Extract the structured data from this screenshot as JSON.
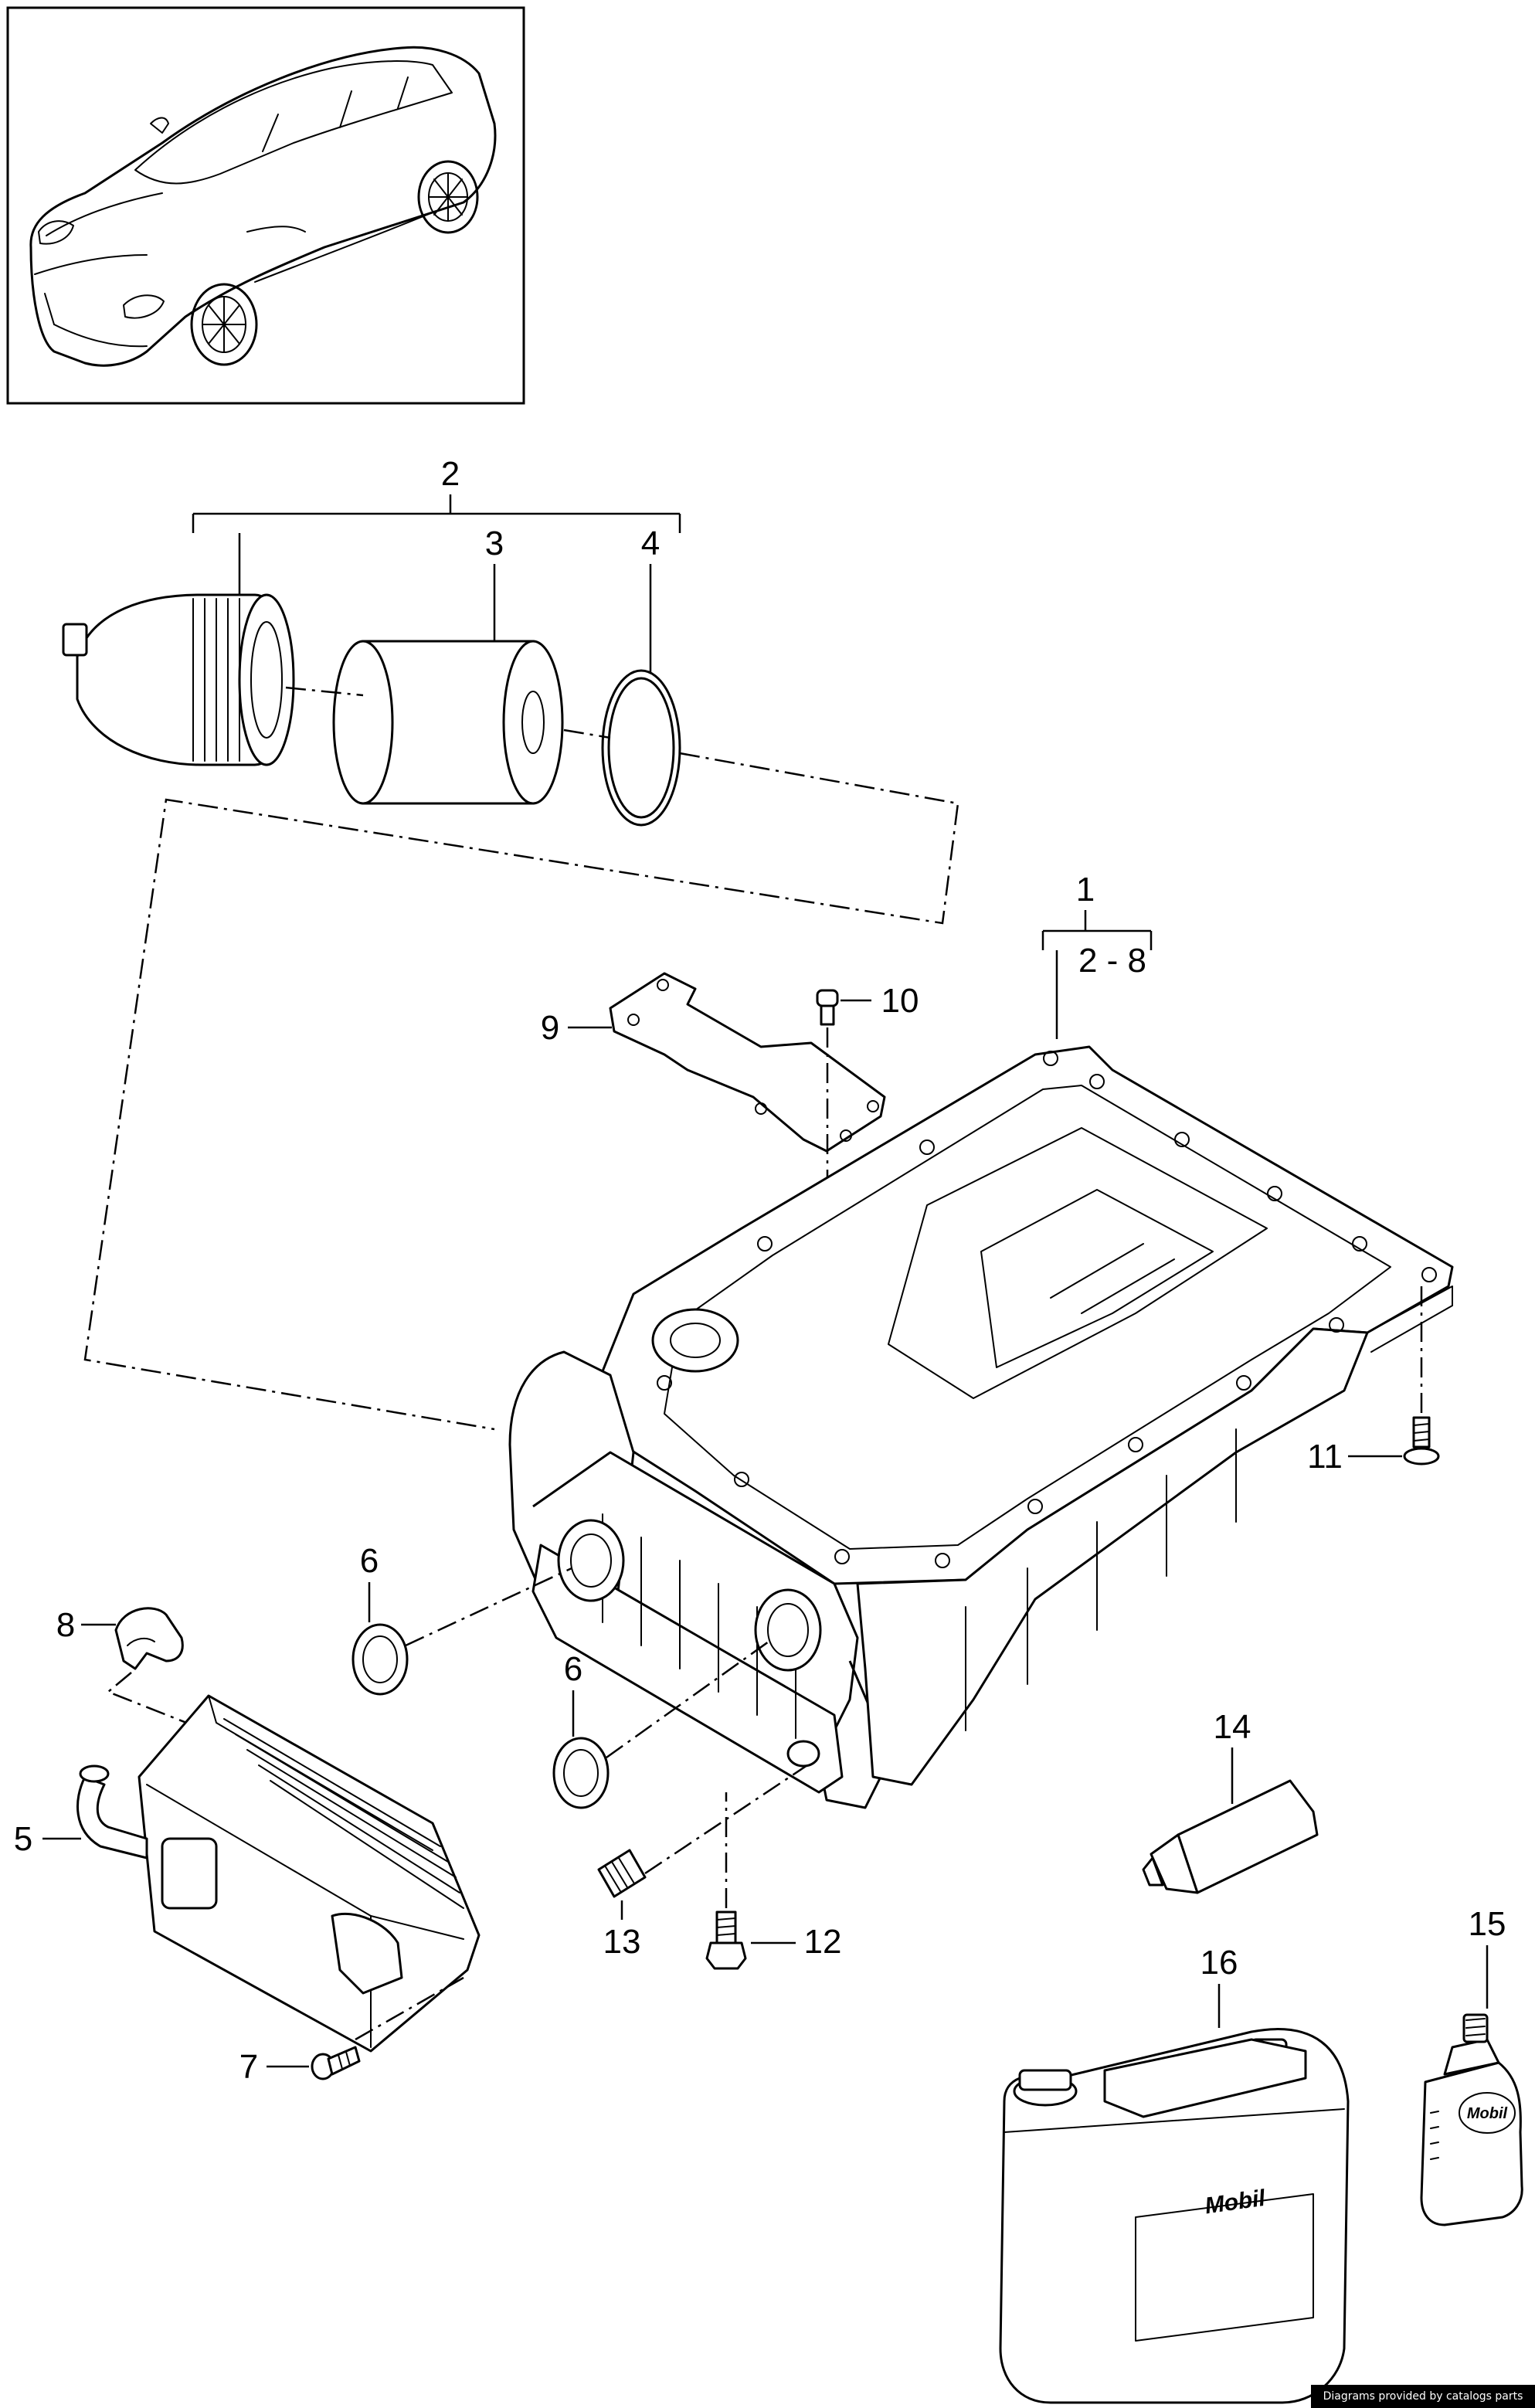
{
  "callouts": {
    "c1": "1",
    "c1_range": "2 - 8",
    "c2": "2",
    "c3": "3",
    "c4": "4",
    "c5": "5",
    "c6a": "6",
    "c6b": "6",
    "c7": "7",
    "c8": "8",
    "c9": "9",
    "c10": "10",
    "c11": "11",
    "c12": "12",
    "c13": "13",
    "c14": "14",
    "c15": "15",
    "c16": "16"
  },
  "labels": {
    "jerrycan_brand": "Mobil",
    "bottle_brand": "Mobil"
  },
  "footer": {
    "credit": "Diagrams provided by catalogs parts"
  },
  "icons": {
    "vehicle_thumbnail": "car-icon"
  }
}
